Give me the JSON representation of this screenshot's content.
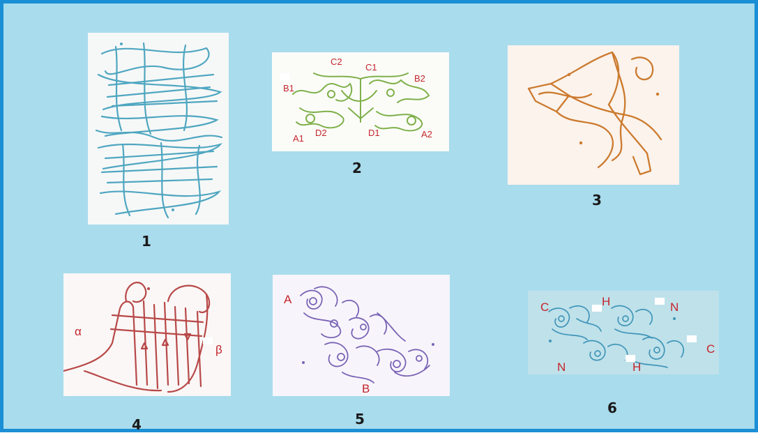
{
  "figure": {
    "colors": {
      "background": "#a9dced",
      "border": "#1b8fd6",
      "label_red": "#c4242b",
      "panel1_ribbon": "#4fa6c0",
      "panel2_ribbon": "#7fb04a",
      "panel3_ribbon": "#cc7a2e",
      "panel4_ribbon": "#b84848",
      "panel5_ribbon": "#7a63b5",
      "panel6_ribbon": "#3f95b8"
    },
    "panels": [
      {
        "number": "1",
        "labels": []
      },
      {
        "number": "2",
        "labels": [
          "C2",
          "C1",
          "B1",
          "B2",
          "A1",
          "D2",
          "D1",
          "A2"
        ]
      },
      {
        "number": "3",
        "labels": []
      },
      {
        "number": "4",
        "labels": [
          "α",
          "β"
        ]
      },
      {
        "number": "5",
        "labels": [
          "A",
          "B"
        ]
      },
      {
        "number": "6",
        "labels": [
          "C",
          "H",
          "N",
          "C",
          "N",
          "H"
        ]
      }
    ]
  }
}
